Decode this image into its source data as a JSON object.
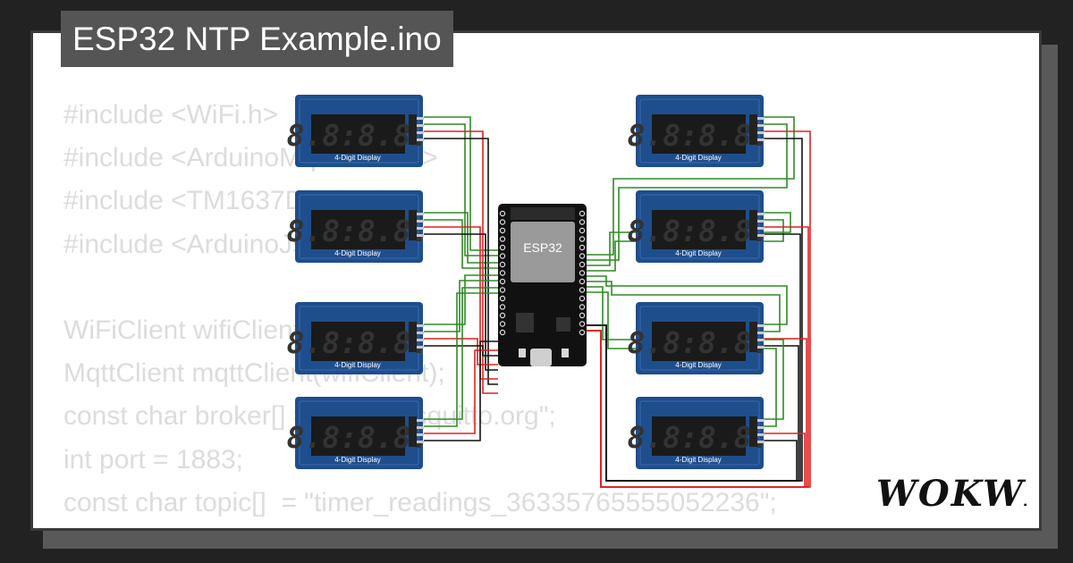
{
  "project_title": "ESP32 NTP Example.ino",
  "code_lines": [
    "#include <WiFi.h>",
    "#include <ArduinoMqttClient.h>",
    "#include <TM1637Display.h>",
    "#include <ArduinoJson.h>",
    "",
    "WiFiClient wifiClient;",
    "MqttClient mqttClient(wifiClient);",
    "const char broker[] = \"test.mosquitto.org\";",
    "int port = 1883;",
    "const char topic[]  = \"timer_readings_36335765555052236\";"
  ],
  "display_label": "4-Digit Display",
  "display_digits": "8.8:8.8.",
  "board_label": "ESP32",
  "logo_text": "WOKWI",
  "colors": {
    "background": "#222222",
    "card": "#ffffff",
    "title_bg": "#555555",
    "code_text": "#dcdcdc",
    "display_board": "#1f4e8c",
    "segment": "#1a1a1a",
    "wire_green": "#2e8b24",
    "wire_red": "#e02020",
    "wire_black": "#111111",
    "esp_board": "#111111"
  }
}
